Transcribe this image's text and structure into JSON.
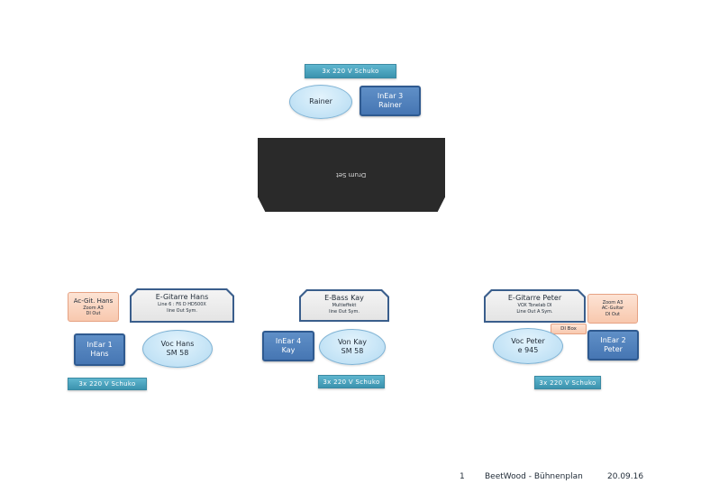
{
  "top": {
    "power": "3x  220  V Schuko",
    "rainer_mic": "Rainer",
    "inear3_line1": "InEar  3",
    "inear3_line2": "Rainer"
  },
  "drum_set": "Drum Set",
  "left": {
    "acgit_title": "Ac-Git.  Hans",
    "acgit_sub1": "Zoom A3",
    "acgit_sub2": "DI Out",
    "amp_title": "E-Gitarre  Hans",
    "amp_sub1": "Line 6  : Fß D HD500X",
    "amp_sub2": "line Out Sym.",
    "inear_line1": "InEar  1",
    "inear_line2": "Hans",
    "voc_line1": "Voc Hans",
    "voc_line2": "SM  58",
    "power": "3x  220  V Schuko"
  },
  "center": {
    "amp_title": "E-Bass Kay",
    "amp_sub1": "Multieffekt",
    "amp_sub2": "line Out Sym.",
    "inear_line1": "InEar 4",
    "inear_line2": "Kay",
    "voc_line1": "Von Kay",
    "voc_line2": "SM  58",
    "power": "3x  220  V Schuko"
  },
  "right": {
    "amp_title": "E-Gitarre Peter",
    "amp_sub1": "VOX Tonelab DI",
    "amp_sub2": "Line Out A Sym.",
    "zoom_line1": "Zoom A3",
    "zoom_line2": "AC-Guitar",
    "zoom_line3": "DI Out",
    "di_box": "DI Box",
    "voc_line1": "Voc Peter",
    "voc_line2": "e  945",
    "inear_line1": "InEar 2",
    "inear_line2": "Peter",
    "power": "3x  220  V Schuko"
  },
  "footer": {
    "page": "1",
    "title": "BeetWood  -  Bühnenplan",
    "date": "20.09.16"
  }
}
